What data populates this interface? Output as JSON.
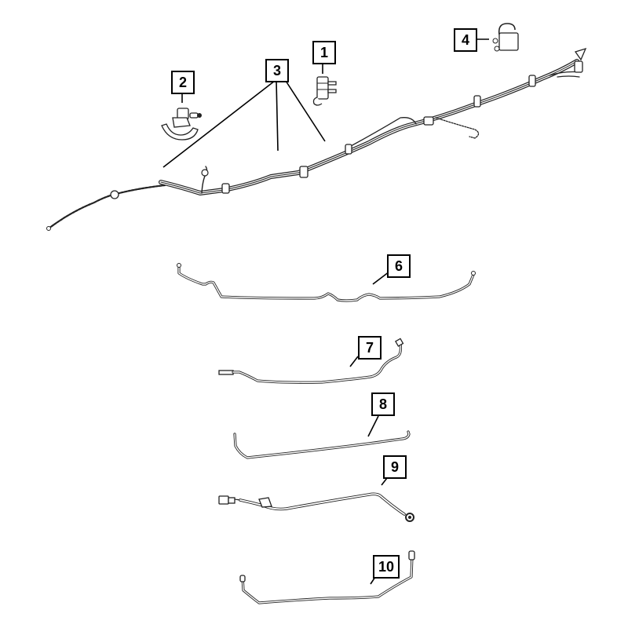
{
  "diagram": {
    "type": "exploded parts diagram",
    "subject": "Fuel / brake line assembly",
    "callouts": [
      {
        "id": "1",
        "label": "1",
        "part": "clip"
      },
      {
        "id": "2",
        "label": "2",
        "part": "clamp"
      },
      {
        "id": "3",
        "label": "3",
        "part": "main line bundle"
      },
      {
        "id": "4",
        "label": "4",
        "part": "bracket clip"
      },
      {
        "id": "6",
        "label": "6",
        "part": "tube"
      },
      {
        "id": "7",
        "label": "7",
        "part": "tube"
      },
      {
        "id": "8",
        "label": "8",
        "part": "tube"
      },
      {
        "id": "9",
        "label": "9",
        "part": "hose / tube"
      },
      {
        "id": "10",
        "label": "10",
        "part": "tube"
      }
    ],
    "colors": {
      "line": "#222222",
      "background": "#ffffff",
      "box_border": "#000000"
    }
  }
}
